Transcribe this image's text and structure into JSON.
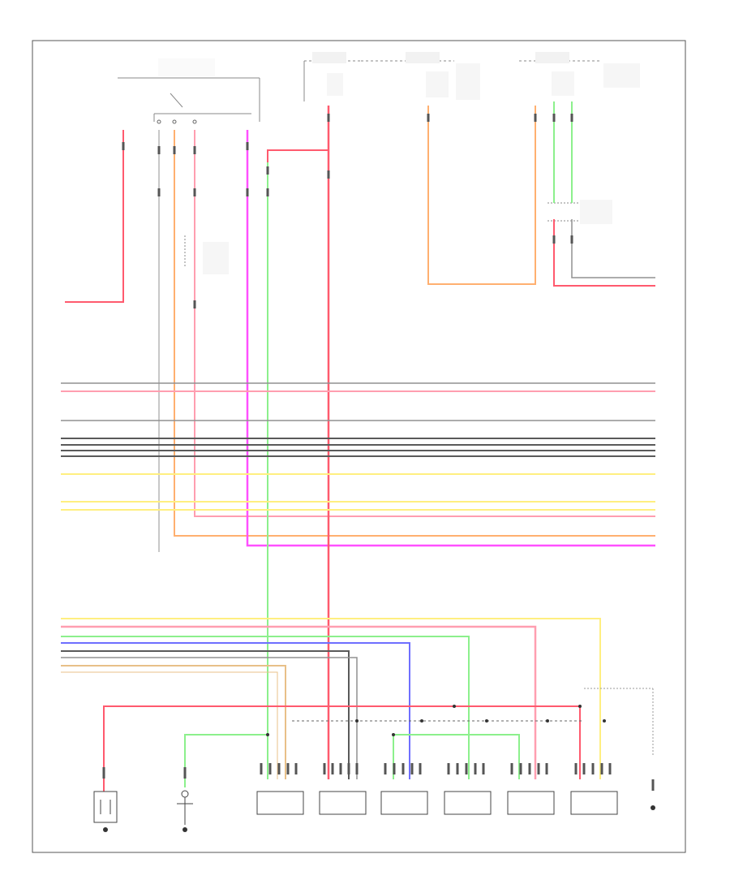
{
  "footer": {
    "code": ""
  },
  "colors": {
    "red": "#ff5a6e",
    "pink": "#ff9eb0",
    "orange": "#ffb070",
    "yellow": "#ffef80",
    "lightgreen": "#8cf08c",
    "blue": "#6f6fff",
    "magenta": "#ff50ff",
    "gray": "#909090",
    "darkgray": "#5a5a5a",
    "tan": "#e8c088",
    "black": "#222222",
    "frame": "#555555"
  },
  "top_components": [
    {
      "id": "auto-transaxle-assembly",
      "label": ""
    },
    {
      "id": "hot-at-all-times-fuse",
      "label": ""
    },
    {
      "id": "hot-in-on-fuse",
      "label": ""
    },
    {
      "id": "hot-in-start-fuse",
      "label": ""
    }
  ],
  "bottom_components": [
    {
      "id": "sensor-left-1",
      "label": ""
    },
    {
      "id": "sensor-left-2",
      "label": ""
    },
    {
      "id": "injector-1",
      "label": ""
    },
    {
      "id": "injector-2",
      "label": ""
    },
    {
      "id": "injector-3",
      "label": ""
    },
    {
      "id": "injector-4",
      "label": ""
    },
    {
      "id": "injector-5",
      "label": ""
    },
    {
      "id": "injector-6",
      "label": ""
    },
    {
      "id": "ground-point",
      "label": ""
    }
  ]
}
